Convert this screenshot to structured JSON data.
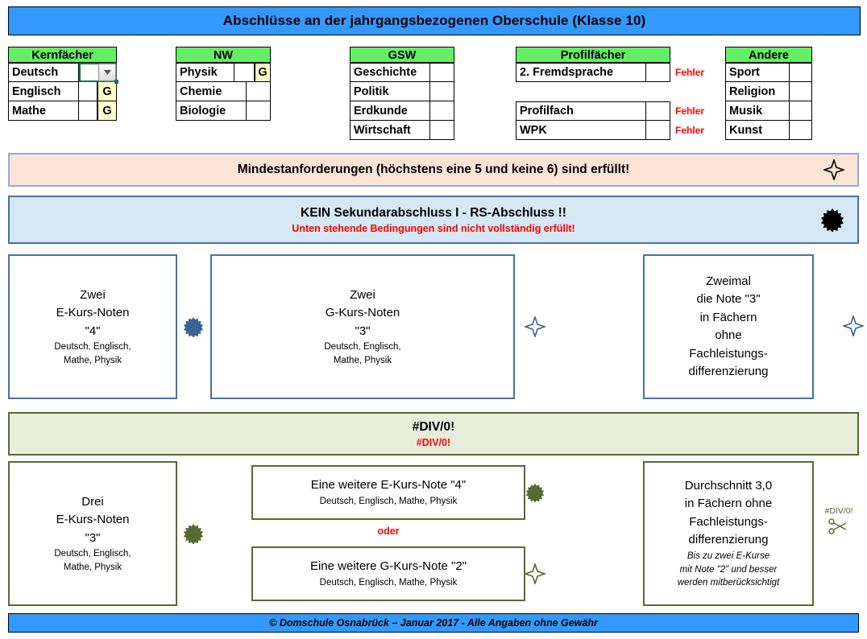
{
  "header": {
    "title": "Abschlüsse an der jahrgangsbezogenen Oberschule (Klasse 10)"
  },
  "colors": {
    "banner_blue": "#3399FF",
    "table_header_green": "#66EE66",
    "flag_yellow": "#FFFFCC",
    "error_red": "#FF0000",
    "box_blue_border": "#4472A8",
    "box_olive_border": "#556B2F",
    "banner_peach_bg": "#FCE4D6",
    "banner_lightblue_bg": "#D6E8F3",
    "banner_olive_bg": "#E9EDDC",
    "selection_green": "#1E7145"
  },
  "tables": [
    {
      "id": "kernfaecher",
      "header": "Kernfächer",
      "rows": [
        {
          "subject": "Deutsch",
          "grade": "",
          "flag": "",
          "selected": true,
          "dropdown": true
        },
        {
          "subject": "Englisch",
          "grade": "",
          "flag": "G",
          "selected": false,
          "dropdown": false
        },
        {
          "subject": "Mathe",
          "grade": "",
          "flag": "G",
          "selected": false,
          "dropdown": false
        }
      ]
    },
    {
      "id": "nw",
      "header": "NW",
      "rows": [
        {
          "subject": "Physik",
          "grade": "",
          "flag": "G"
        },
        {
          "subject": "Chemie",
          "grade": "",
          "flag": ""
        },
        {
          "subject": "Biologie",
          "grade": "",
          "flag": ""
        }
      ]
    },
    {
      "id": "gsw",
      "header": "GSW",
      "rows": [
        {
          "subject": "Geschichte",
          "grade": ""
        },
        {
          "subject": "Politik",
          "grade": ""
        },
        {
          "subject": "Erdkunde",
          "grade": ""
        },
        {
          "subject": "Wirtschaft",
          "grade": ""
        }
      ]
    },
    {
      "id": "profilfaecher",
      "header": "Profilfächer",
      "rows": [
        {
          "subject": "2. Fremdsprache",
          "grade": "",
          "error": "Fehler"
        },
        {
          "subject": "",
          "grade": "",
          "error": "",
          "spacer": true
        },
        {
          "subject": "Profilfach",
          "grade": "",
          "error": "Fehler"
        },
        {
          "subject": "WPK",
          "grade": "",
          "error": "Fehler"
        }
      ]
    },
    {
      "id": "andere",
      "header": "Andere",
      "rows": [
        {
          "subject": "Sport",
          "grade": ""
        },
        {
          "subject": "Religion",
          "grade": ""
        },
        {
          "subject": "Musik",
          "grade": ""
        },
        {
          "subject": "Kunst",
          "grade": ""
        }
      ]
    }
  ],
  "banners": {
    "minimum": {
      "title": "Mindestanforderungen (höchstens eine 5 und keine 6) sind erfüllt!",
      "marker": "star4-outline-black-icon"
    },
    "result": {
      "title": "KEIN Sekundarabschluss I - RS-Abschluss !!",
      "subtitle": "Unten stehende Bedingungen sind nicht vollständig erfüllt!",
      "marker": "burst-filled-black-icon"
    },
    "divzero": {
      "title": "#DIV/0!",
      "subtitle": "#DIV/0!"
    }
  },
  "conditions_upper": [
    {
      "lines": [
        "Zwei",
        "E-Kurs-Noten",
        "\"4\""
      ],
      "detail": [
        "Deutsch, Englisch,",
        "Mathe, Physik"
      ],
      "marker": "burst-filled-blue-icon"
    },
    {
      "lines": [
        "Zwei",
        "G-Kurs-Noten",
        "\"3\""
      ],
      "detail": [
        "Deutsch, Englisch,",
        "Mathe, Physik"
      ],
      "marker": "star4-outline-blue-icon"
    },
    {
      "lines": [
        "Zweimal",
        "die Note \"3\"",
        "in  Fächern",
        "ohne",
        "Fachleistungs-",
        "differenzierung"
      ],
      "detail": [],
      "marker": "star4-outline-blue-icon"
    }
  ],
  "conditions_lower": {
    "left": {
      "lines": [
        "Drei",
        "E-Kurs-Noten",
        "\"3\""
      ],
      "detail": [
        "Deutsch, Englisch,",
        "Mathe, Physik"
      ],
      "marker": "burst-filled-olive-icon"
    },
    "middle_top": {
      "title": "Eine weitere E-Kurs-Note \"4\"",
      "detail": "Deutsch, Englisch, Mathe, Physik",
      "marker": "burst-filled-olive-icon"
    },
    "or_label": "oder",
    "middle_bottom": {
      "title": "Eine weitere G-Kurs-Note \"2\"",
      "detail": "Deutsch, Englisch, Mathe, Physik",
      "marker": "star4-outline-olive-icon"
    },
    "right": {
      "lines": [
        "Durchschnitt 3,0",
        "in Fächern ohne",
        "Fachleistungs-",
        "differenzierung"
      ],
      "italic": [
        "Bis zu zwei E-Kurse",
        "mit Note \"2\" und besser",
        "werden mitberücksichtigt"
      ]
    },
    "cut": {
      "value": "#DIV/0!",
      "icon": "scissors-icon"
    }
  },
  "footer": {
    "text": "© Domschule Osnabrück – Januar 2017 - Alle Angaben ohne Gewähr"
  }
}
